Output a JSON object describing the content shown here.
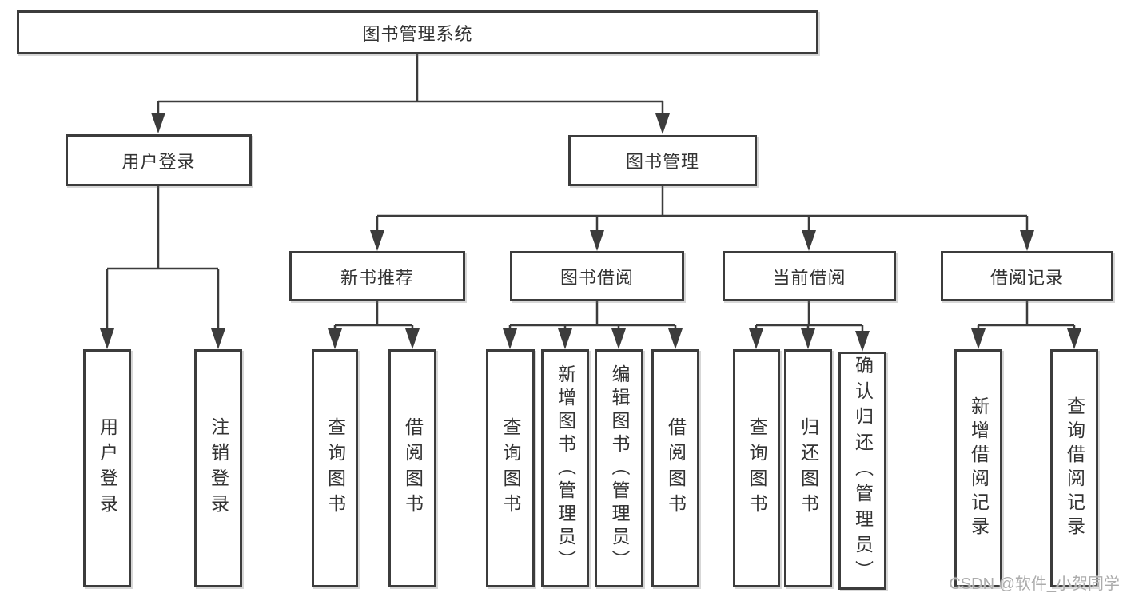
{
  "diagram": {
    "type": "tree-diagram",
    "tree": {
      "label": "图书管理系统",
      "children": [
        {
          "label": "用户登录",
          "children": [
            {
              "label": "用户登录"
            },
            {
              "label": "注销登录"
            }
          ]
        },
        {
          "label": "图书管理",
          "children": [
            {
              "label": "新书推荐",
              "children": [
                {
                  "label": "查询图书"
                },
                {
                  "label": "借阅图书"
                }
              ]
            },
            {
              "label": "图书借阅",
              "children": [
                {
                  "label": "查询图书"
                },
                {
                  "label": "新增图书（管理员）"
                },
                {
                  "label": "编辑图书（管理员）"
                },
                {
                  "label": "借阅图书"
                }
              ]
            },
            {
              "label": "当前借阅",
              "children": [
                {
                  "label": "查询图书"
                },
                {
                  "label": "归还图书"
                },
                {
                  "label": "确认归还（管理员）"
                }
              ]
            },
            {
              "label": "借阅记录",
              "children": [
                {
                  "label": "新增借阅记录"
                },
                {
                  "label": "查询借阅记录"
                }
              ]
            }
          ]
        }
      ]
    }
  },
  "watermark": {
    "text": "CSDN @软件_小贺同学"
  },
  "colors": {
    "line": "#3c3c3c",
    "box_border": "#3c3c3c",
    "text": "#333333",
    "background": "#ffffff",
    "watermark": "#a8a8a8"
  }
}
